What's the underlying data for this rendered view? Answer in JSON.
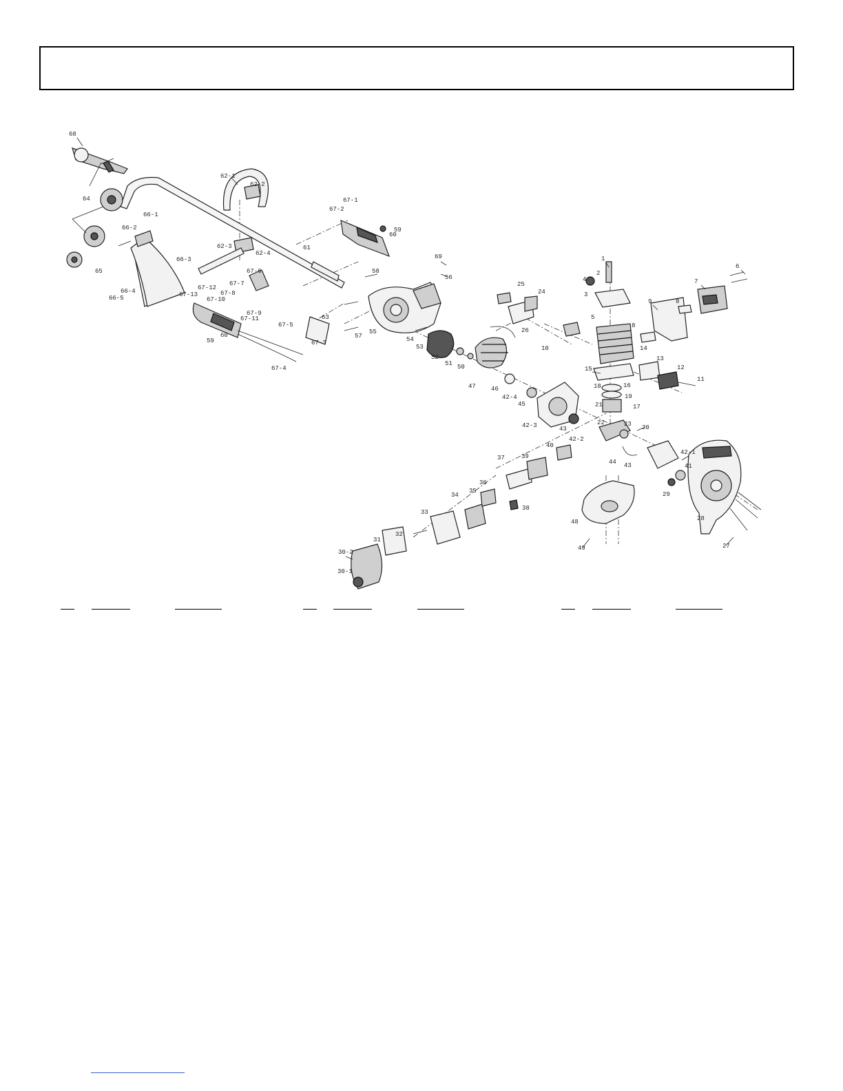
{
  "header": {
    "title": ""
  },
  "diagram": {
    "part_labels": [
      "68",
      "62-1",
      "62-2",
      "64",
      "66-1",
      "66-2",
      "66-3",
      "66-4",
      "66-5",
      "65",
      "62-3",
      "62-4",
      "61",
      "67-1",
      "67-2",
      "59",
      "60",
      "67-6",
      "67-7",
      "67-12",
      "67-8",
      "67-10",
      "67-13",
      "67-9",
      "67-11",
      "67-5",
      "67-3",
      "67-4",
      "63",
      "58",
      "69",
      "56",
      "55",
      "57",
      "54",
      "53",
      "52",
      "51",
      "50",
      "47",
      "46",
      "42-4",
      "45",
      "42-3",
      "43",
      "42-2",
      "25",
      "24",
      "26",
      "10",
      "1",
      "2",
      "4",
      "3",
      "5",
      "6",
      "7",
      "8",
      "9",
      "14",
      "15",
      "16",
      "19",
      "17",
      "18",
      "21",
      "22",
      "23",
      "20",
      "13",
      "12",
      "11",
      "44",
      "42-1",
      "41",
      "29",
      "28",
      "27",
      "48",
      "49",
      "40",
      "39",
      "37",
      "36",
      "35",
      "34",
      "38",
      "33",
      "32",
      "31",
      "30-2",
      "30-1"
    ]
  },
  "table_header": {
    "columns": [
      {
        "no": "",
        "part": "",
        "desc": ""
      },
      {
        "no": "",
        "part": "",
        "desc": ""
      },
      {
        "no": "",
        "part": "",
        "desc": ""
      }
    ]
  },
  "colors": {
    "line": "#222222",
    "link": "#3a5bd0"
  }
}
